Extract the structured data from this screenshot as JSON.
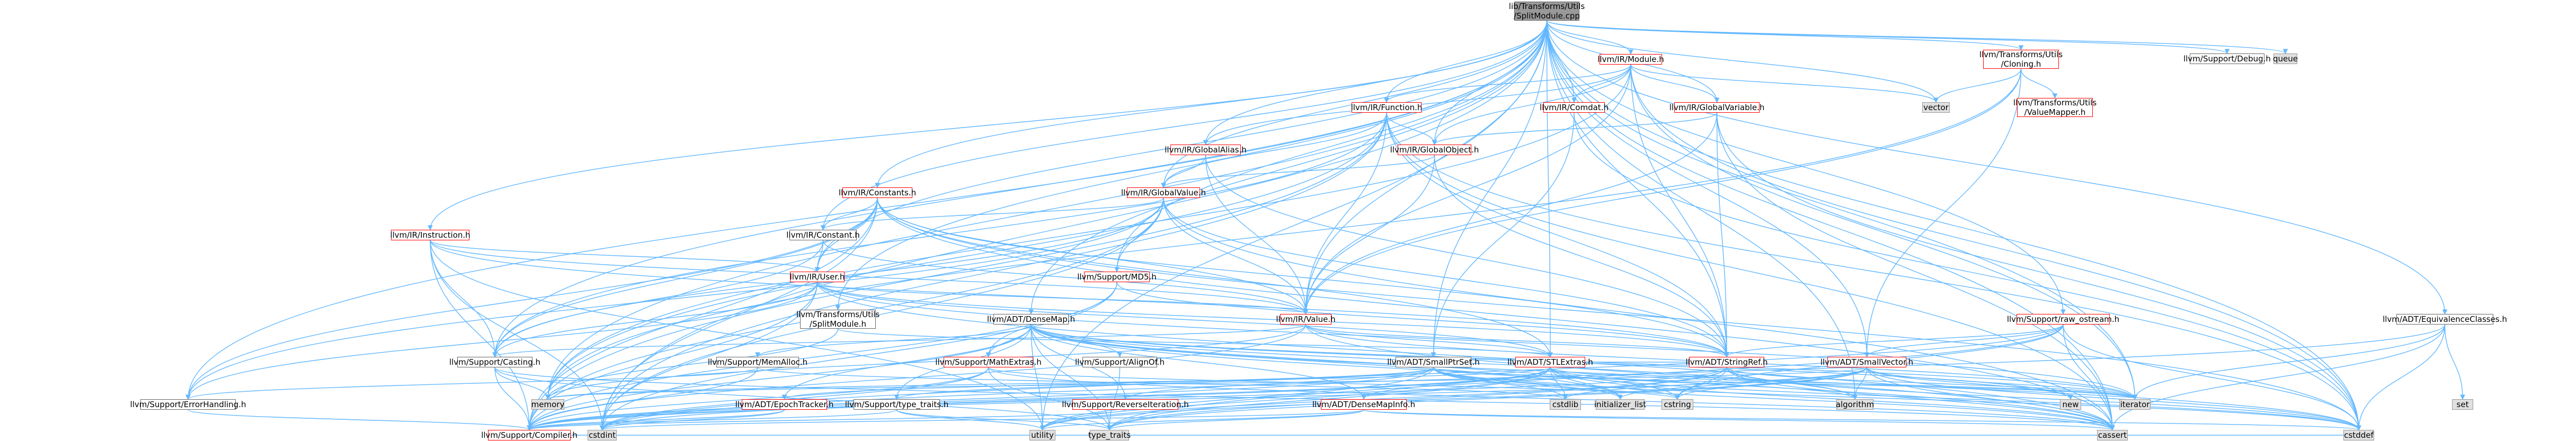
{
  "nodes": [
    {
      "id": "root",
      "label": "lib/Transforms/Utils\n/SplitModule.cpp",
      "style": "root"
    },
    {
      "id": "module",
      "label": "llvm/IR/Module.h",
      "style": "red"
    },
    {
      "id": "cloning",
      "label": "llvm/Transforms/Utils\n/Cloning.h",
      "style": "red"
    },
    {
      "id": "debug",
      "label": "llvm/Support/Debug.h",
      "style": "normal"
    },
    {
      "id": "queue",
      "label": "queue",
      "style": "grey"
    },
    {
      "id": "function",
      "label": "llvm/IR/Function.h",
      "style": "red"
    },
    {
      "id": "comdat",
      "label": "llvm/IR/Comdat.h",
      "style": "red"
    },
    {
      "id": "globalvariable",
      "label": "llvm/IR/GlobalVariable.h",
      "style": "red"
    },
    {
      "id": "vector",
      "label": "vector",
      "style": "grey"
    },
    {
      "id": "valuemapper",
      "label": "llvm/Transforms/Utils\n/ValueMapper.h",
      "style": "red"
    },
    {
      "id": "globalalias",
      "label": "llvm/IR/GlobalAlias.h",
      "style": "red"
    },
    {
      "id": "globalobject",
      "label": "llvm/IR/GlobalObject.h",
      "style": "red"
    },
    {
      "id": "constants",
      "label": "llvm/IR/Constants.h",
      "style": "red"
    },
    {
      "id": "globalvalue",
      "label": "llvm/IR/GlobalValue.h",
      "style": "red"
    },
    {
      "id": "instruction",
      "label": "llvm/IR/Instruction.h",
      "style": "red"
    },
    {
      "id": "constant",
      "label": "llvm/IR/Constant.h",
      "style": "normal"
    },
    {
      "id": "user",
      "label": "llvm/IR/User.h",
      "style": "red"
    },
    {
      "id": "md5",
      "label": "llvm/Support/MD5.h",
      "style": "red"
    },
    {
      "id": "value",
      "label": "llvm/IR/Value.h",
      "style": "red"
    },
    {
      "id": "splitmoduleh",
      "label": "llvm/Transforms/Utils\n/SplitModule.h",
      "style": "normal"
    },
    {
      "id": "densemap",
      "label": "llvm/ADT/DenseMap.h",
      "style": "normal"
    },
    {
      "id": "rawostream",
      "label": "llvm/Support/raw_ostream.h",
      "style": "red"
    },
    {
      "id": "equivclasses",
      "label": "llvm/ADT/EquivalenceClasses.h",
      "style": "normal"
    },
    {
      "id": "casting",
      "label": "llvm/Support/Casting.h",
      "style": "normal"
    },
    {
      "id": "memalloc",
      "label": "llvm/Support/MemAlloc.h",
      "style": "normal"
    },
    {
      "id": "mathextras",
      "label": "llvm/Support/MathExtras.h",
      "style": "red"
    },
    {
      "id": "alignof",
      "label": "llvm/Support/AlignOf.h",
      "style": "normal"
    },
    {
      "id": "smallptrset",
      "label": "llvm/ADT/SmallPtrSet.h",
      "style": "normal"
    },
    {
      "id": "stlextras",
      "label": "llvm/ADT/STLExtras.h",
      "style": "red"
    },
    {
      "id": "stringref",
      "label": "llvm/ADT/StringRef.h",
      "style": "red"
    },
    {
      "id": "smallvector",
      "label": "llvm/ADT/SmallVector.h",
      "style": "red"
    },
    {
      "id": "errorhandling",
      "label": "llvm/Support/ErrorHandling.h",
      "style": "normal"
    },
    {
      "id": "memory",
      "label": "memory",
      "style": "grey"
    },
    {
      "id": "epochtracker",
      "label": "llvm/ADT/EpochTracker.h",
      "style": "red"
    },
    {
      "id": "typetraits",
      "label": "llvm/Support/type_traits.h",
      "style": "normal"
    },
    {
      "id": "reverseiteration",
      "label": "llvm/Support/ReverseIteration.h",
      "style": "red"
    },
    {
      "id": "densemapinfo",
      "label": "llvm/ADT/DenseMapInfo.h",
      "style": "red"
    },
    {
      "id": "cstdlib",
      "label": "cstdlib",
      "style": "grey"
    },
    {
      "id": "initializer_list",
      "label": "initializer_list",
      "style": "grey"
    },
    {
      "id": "cstring",
      "label": "cstring",
      "style": "grey"
    },
    {
      "id": "algorithm",
      "label": "algorithm",
      "style": "grey"
    },
    {
      "id": "new",
      "label": "new",
      "style": "grey"
    },
    {
      "id": "iterator",
      "label": "iterator",
      "style": "grey"
    },
    {
      "id": "set",
      "label": "set",
      "style": "grey"
    },
    {
      "id": "compiler",
      "label": "llvm/Support/Compiler.h",
      "style": "red"
    },
    {
      "id": "cstdint",
      "label": "cstdint",
      "style": "grey"
    },
    {
      "id": "utility",
      "label": "utility",
      "style": "grey"
    },
    {
      "id": "type_traits",
      "label": "type_traits",
      "style": "grey"
    },
    {
      "id": "cassert",
      "label": "cassert",
      "style": "grey"
    },
    {
      "id": "cstddef",
      "label": "cstddef",
      "style": "grey"
    }
  ],
  "edges": [
    [
      "root",
      "module"
    ],
    [
      "root",
      "cloning"
    ],
    [
      "root",
      "debug"
    ],
    [
      "root",
      "queue"
    ],
    [
      "root",
      "function"
    ],
    [
      "root",
      "comdat"
    ],
    [
      "root",
      "globalvariable"
    ],
    [
      "root",
      "vector"
    ],
    [
      "root",
      "globalalias"
    ],
    [
      "root",
      "globalobject"
    ],
    [
      "root",
      "constants"
    ],
    [
      "root",
      "globalvalue"
    ],
    [
      "root",
      "instruction"
    ],
    [
      "root",
      "constant"
    ],
    [
      "root",
      "user"
    ],
    [
      "root",
      "md5"
    ],
    [
      "root",
      "value"
    ],
    [
      "root",
      "splitmoduleh"
    ],
    [
      "root",
      "densemap"
    ],
    [
      "root",
      "rawostream"
    ],
    [
      "root",
      "equivclasses"
    ],
    [
      "root",
      "casting"
    ],
    [
      "root",
      "errorhandling"
    ],
    [
      "root",
      "smallptrset"
    ],
    [
      "root",
      "stringref"
    ],
    [
      "root",
      "smallvector"
    ],
    [
      "root",
      "stlextras"
    ],
    [
      "root",
      "iterator"
    ],
    [
      "root",
      "memory"
    ],
    [
      "root",
      "utility"
    ],
    [
      "root",
      "cassert"
    ],
    [
      "root",
      "cstddef"
    ],
    [
      "root",
      "cstdint"
    ],
    [
      "root",
      "algorithm"
    ],
    [
      "module",
      "function"
    ],
    [
      "module",
      "comdat"
    ],
    [
      "module",
      "globalvariable"
    ],
    [
      "module",
      "globalalias"
    ],
    [
      "module",
      "vector"
    ],
    [
      "module",
      "stringref"
    ],
    [
      "module",
      "iterator"
    ],
    [
      "module",
      "memory"
    ],
    [
      "module",
      "cstddef"
    ],
    [
      "module",
      "value"
    ],
    [
      "module",
      "globalobject"
    ],
    [
      "cloning",
      "valuemapper"
    ],
    [
      "cloning",
      "smallvector"
    ],
    [
      "cloning",
      "functional"
    ],
    [
      "cloning",
      "memory"
    ],
    [
      "cloning",
      "vector"
    ],
    [
      "cloning",
      "value"
    ],
    [
      "function",
      "globalobject"
    ],
    [
      "function",
      "globalvalue"
    ],
    [
      "function",
      "value"
    ],
    [
      "function",
      "casting"
    ],
    [
      "function",
      "compiler"
    ],
    [
      "function",
      "stringref"
    ],
    [
      "function",
      "cassert"
    ],
    [
      "function",
      "cstddef"
    ],
    [
      "function",
      "cstdint"
    ],
    [
      "function",
      "memory"
    ],
    [
      "function",
      "string"
    ],
    [
      "comdat",
      "smallptrset"
    ],
    [
      "comdat",
      "cstddef"
    ],
    [
      "globalvariable",
      "globalobject"
    ],
    [
      "globalvariable",
      "value"
    ],
    [
      "globalvariable",
      "cassert"
    ],
    [
      "globalvariable",
      "cstddef"
    ],
    [
      "globalvariable",
      "stringref"
    ],
    [
      "globalalias",
      "globalvalue"
    ],
    [
      "globalalias",
      "value"
    ],
    [
      "globalalias",
      "stringref"
    ],
    [
      "globalobject",
      "globalvalue"
    ],
    [
      "globalobject",
      "value"
    ],
    [
      "globalobject",
      "stringref"
    ],
    [
      "constants",
      "constant"
    ],
    [
      "constants",
      "user"
    ],
    [
      "constants",
      "value"
    ],
    [
      "constants",
      "casting"
    ],
    [
      "constants",
      "compiler"
    ],
    [
      "constants",
      "errorhandling"
    ],
    [
      "constants",
      "stringref"
    ],
    [
      "constants",
      "cassert"
    ],
    [
      "constants",
      "cstddef"
    ],
    [
      "constants",
      "cstdint"
    ],
    [
      "constants",
      "stlextras"
    ],
    [
      "globalvalue",
      "constant"
    ],
    [
      "globalvalue",
      "value"
    ],
    [
      "globalvalue",
      "md5"
    ],
    [
      "globalvalue",
      "casting"
    ],
    [
      "globalvalue",
      "errorhandling"
    ],
    [
      "globalvalue",
      "stringref"
    ],
    [
      "globalvalue",
      "cassert"
    ],
    [
      "globalvalue",
      "cstdint"
    ],
    [
      "globalvalue",
      "compiler"
    ],
    [
      "globalvalue",
      "twine"
    ],
    [
      "instruction",
      "user"
    ],
    [
      "instruction",
      "value"
    ],
    [
      "instruction",
      "casting"
    ],
    [
      "instruction",
      "compiler"
    ],
    [
      "instruction",
      "cstdint"
    ],
    [
      "instruction",
      "utility"
    ],
    [
      "instruction",
      "stringref"
    ],
    [
      "constant",
      "user"
    ],
    [
      "constant",
      "value"
    ],
    [
      "constant",
      "casting"
    ],
    [
      "user",
      "value"
    ],
    [
      "user",
      "casting"
    ],
    [
      "user",
      "compiler"
    ],
    [
      "user",
      "errorhandling"
    ],
    [
      "user",
      "cassert"
    ],
    [
      "user",
      "cstdint"
    ],
    [
      "user",
      "iterator"
    ],
    [
      "user",
      "stringref"
    ],
    [
      "user",
      "stlextras"
    ],
    [
      "md5",
      "stringref"
    ],
    [
      "md5",
      "compiler"
    ],
    [
      "md5",
      "cstdint"
    ],
    [
      "md5",
      "mathextras"
    ],
    [
      "value",
      "casting"
    ],
    [
      "value",
      "compiler"
    ],
    [
      "value",
      "stringref"
    ],
    [
      "value",
      "cassert"
    ],
    [
      "value",
      "iterator"
    ],
    [
      "value",
      "memory"
    ],
    [
      "value",
      "stlextras"
    ],
    [
      "splitmoduleh",
      "stlextras"
    ],
    [
      "splitmoduleh",
      "memory"
    ],
    [
      "densemap",
      "epochtracker"
    ],
    [
      "densemap",
      "alignof"
    ],
    [
      "densemap",
      "compiler"
    ],
    [
      "densemap",
      "mathextras"
    ],
    [
      "densemap",
      "memalloc"
    ],
    [
      "densemap",
      "reverseiteration"
    ],
    [
      "densemap",
      "typetraits"
    ],
    [
      "densemap",
      "densemapinfo"
    ],
    [
      "densemap",
      "algorithm"
    ],
    [
      "densemap",
      "cassert"
    ],
    [
      "densemap",
      "cstddef"
    ],
    [
      "densemap",
      "cstring"
    ],
    [
      "densemap",
      "initializer_list"
    ],
    [
      "densemap",
      "iterator"
    ],
    [
      "densemap",
      "new"
    ],
    [
      "densemap",
      "type_traits"
    ],
    [
      "densemap",
      "utility"
    ],
    [
      "rawostream",
      "stringref"
    ],
    [
      "rawostream",
      "smallvector"
    ],
    [
      "rawostream",
      "cassert"
    ],
    [
      "rawostream",
      "cstddef"
    ],
    [
      "rawostream",
      "cstdint"
    ],
    [
      "rawostream",
      "cstring"
    ],
    [
      "rawostream",
      "type_traits"
    ],
    [
      "equivclasses",
      "cassert"
    ],
    [
      "equivclasses",
      "cstddef"
    ],
    [
      "equivclasses",
      "cstdint"
    ],
    [
      "equivclasses",
      "iterator"
    ],
    [
      "equivclasses",
      "set"
    ],
    [
      "casting",
      "compiler"
    ],
    [
      "casting",
      "type_traits"
    ],
    [
      "casting",
      "cassert"
    ],
    [
      "casting",
      "memory"
    ],
    [
      "memalloc",
      "compiler"
    ],
    [
      "memalloc",
      "errorhandling"
    ],
    [
      "memalloc",
      "cstdlib"
    ],
    [
      "mathextras",
      "compiler"
    ],
    [
      "mathextras",
      "cassert"
    ],
    [
      "mathextras",
      "cstdint"
    ],
    [
      "mathextras",
      "type_traits"
    ],
    [
      "mathextras",
      "cstring"
    ],
    [
      "alignof",
      "type_traits"
    ],
    [
      "smallptrset",
      "epochtracker"
    ],
    [
      "smallptrset",
      "compiler"
    ],
    [
      "smallptrset",
      "reverseiteration"
    ],
    [
      "smallptrset",
      "typetraits"
    ],
    [
      "smallptrset",
      "cassert"
    ],
    [
      "smallptrset",
      "cstddef"
    ],
    [
      "smallptrset",
      "cstdlib"
    ],
    [
      "smallptrset",
      "cstring"
    ],
    [
      "smallptrset",
      "initializer_list"
    ],
    [
      "smallptrset",
      "iterator"
    ],
    [
      "smallptrset",
      "utility"
    ],
    [
      "stlextras",
      "densemapinfo"
    ],
    [
      "stlextras",
      "compiler"
    ],
    [
      "stlextras",
      "algorithm"
    ],
    [
      "stlextras",
      "cassert"
    ],
    [
      "stlextras",
      "cstddef"
    ],
    [
      "stlextras",
      "cstdint"
    ],
    [
      "stlextras",
      "cstdlib"
    ],
    [
      "stlextras",
      "initializer_list"
    ],
    [
      "stlextras",
      "iterator"
    ],
    [
      "stlextras",
      "memory"
    ],
    [
      "stlextras",
      "type_traits"
    ],
    [
      "stlextras",
      "utility"
    ],
    [
      "stringref",
      "compiler"
    ],
    [
      "stringref",
      "algorithm"
    ],
    [
      "stringref",
      "cassert"
    ],
    [
      "stringref",
      "cstddef"
    ],
    [
      "stringref",
      "cstring"
    ],
    [
      "stringref",
      "iterator"
    ],
    [
      "stringref",
      "type_traits"
    ],
    [
      "stringref",
      "utility"
    ],
    [
      "stringref",
      "stlextras"
    ],
    [
      "smallvector",
      "compiler"
    ],
    [
      "smallvector",
      "algorithm"
    ],
    [
      "smallvector",
      "cassert"
    ],
    [
      "smallvector",
      "cstddef"
    ],
    [
      "smallvector",
      "cstdlib"
    ],
    [
      "smallvector",
      "cstring"
    ],
    [
      "smallvector",
      "initializer_list"
    ],
    [
      "smallvector",
      "iterator"
    ],
    [
      "smallvector",
      "memory"
    ],
    [
      "smallvector",
      "new"
    ],
    [
      "smallvector",
      "type_traits"
    ],
    [
      "smallvector",
      "utility"
    ],
    [
      "errorhandling",
      "compiler"
    ],
    [
      "epochtracker",
      "compiler"
    ],
    [
      "epochtracker",
      "cstdint"
    ],
    [
      "typetraits",
      "compiler"
    ],
    [
      "typetraits",
      "type_traits"
    ],
    [
      "typetraits",
      "utility"
    ],
    [
      "reverseiteration",
      "compiler"
    ],
    [
      "densemapinfo",
      "cassert"
    ],
    [
      "densemapinfo",
      "cstddef"
    ],
    [
      "densemapinfo",
      "cstdint"
    ],
    [
      "densemapinfo",
      "type_traits"
    ],
    [
      "densemapinfo",
      "utility"
    ],
    [
      "compiler",
      "cstddef"
    ]
  ]
}
